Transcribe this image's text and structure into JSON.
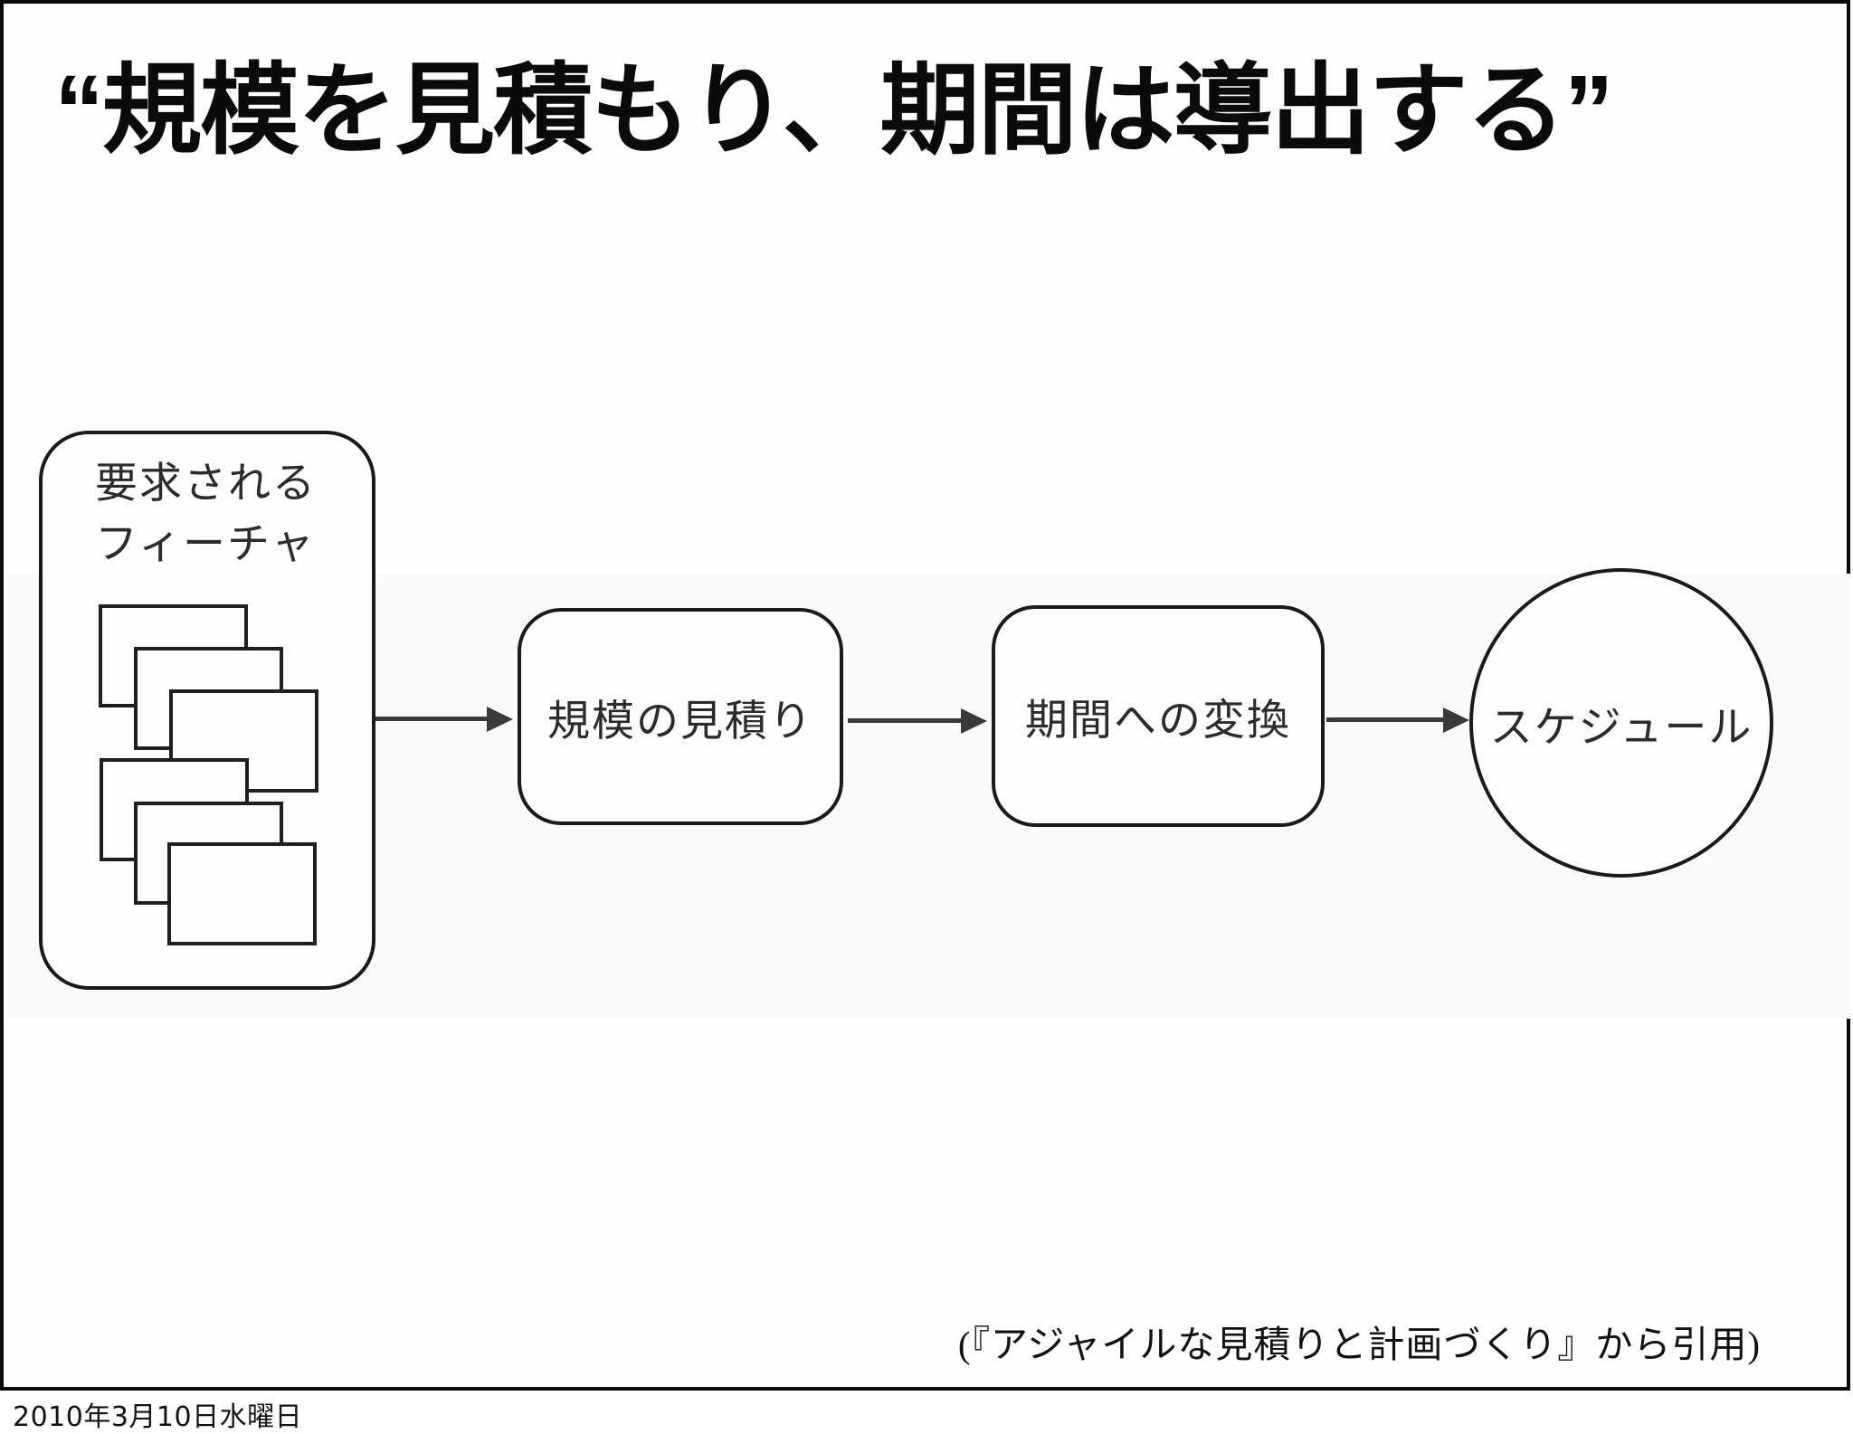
{
  "slide": {
    "title": "“規模を見積もり、期間は導出する”",
    "citation": "(『アジャイルな見積りと計画づくり』から引用)",
    "date_bar": "2010年3月10日水曜日"
  },
  "diagram": {
    "feature_box": {
      "label_line1": "要求される",
      "label_line2": "フィーチャ",
      "card_count": 6
    },
    "nodes": [
      {
        "id": "size-estimate",
        "label": "規模の見積り",
        "shape": "rounded-rect"
      },
      {
        "id": "duration-convert",
        "label": "期間への変換",
        "shape": "rounded-rect"
      },
      {
        "id": "schedule",
        "label": "スケジュール",
        "shape": "circle"
      }
    ],
    "flow": [
      "要求されるフィーチャ → 規模の見積り",
      "規模の見積り → 期間への変換",
      "期間への変換 → スケジュール"
    ],
    "colors": {
      "shape_border": "#1a1a1a",
      "arrow": "#3a3a3a",
      "slide_border": "#0a0a0a",
      "background": "#ffffff"
    }
  }
}
